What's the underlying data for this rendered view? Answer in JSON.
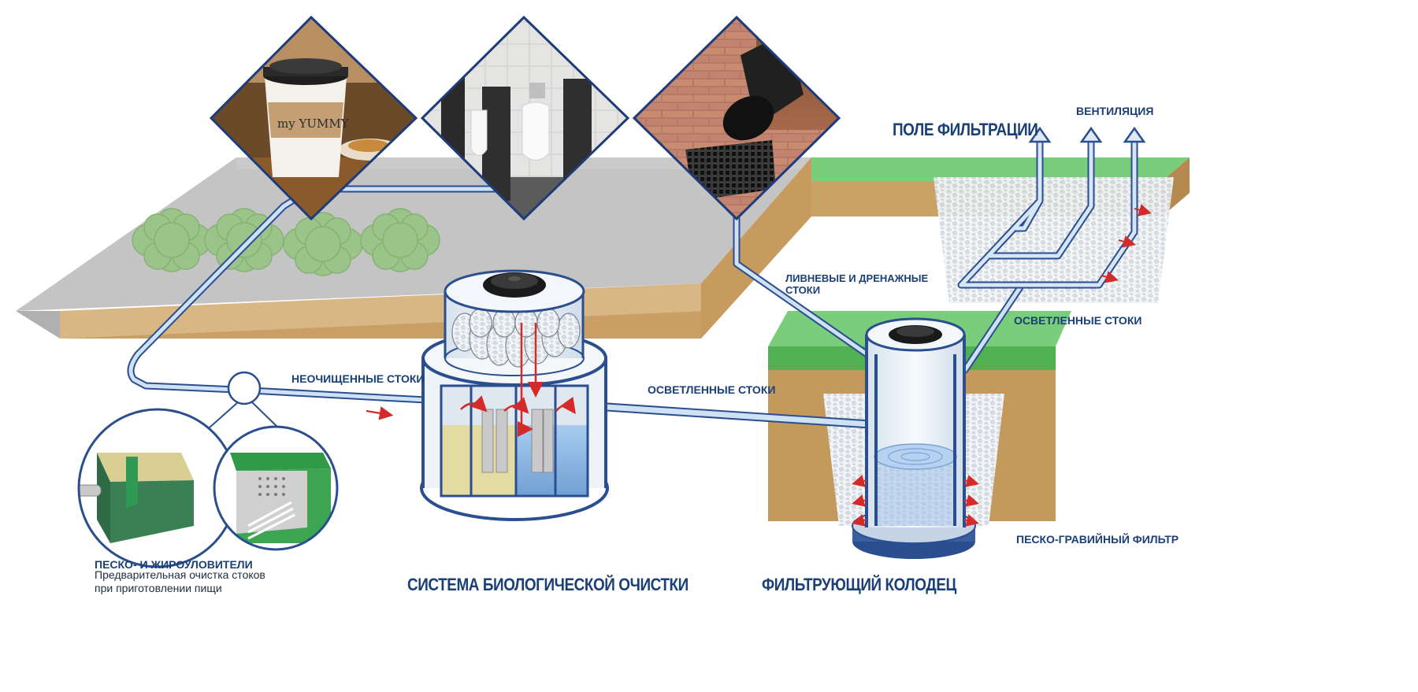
{
  "labels": {
    "pole_filtracii": "ПОЛЕ ФИЛЬТРАЦИИ",
    "ventilyaciya": "ВЕНТИЛЯЦИЯ",
    "livnevye": "ЛИВНЕВЫЕ И ДРЕНАЖНЫЕ\nСТОКИ",
    "osvetlennye_right": "ОСВЕТЛЕННЫЕ СТОКИ",
    "neochishchennye": "НЕОЧИЩЕННЫЕ СТОКИ",
    "osvetlennye_mid": "ОСВЕТЛЕННЫЕ СТОКИ",
    "pesko_gravijnyj": "ПЕСКО-ГРАВИЙНЫЙ ФИЛЬТР",
    "zhirouloviteli_title": "ПЕСКО- И ЖИРОУЛОВИТЕЛИ",
    "zhirouloviteli_desc": "Предварительная очистка стоков\nпри приготовлении пищи",
    "sistema": "СИСТЕМА БИОЛОГИЧЕСКОЙ ОЧИСТКИ",
    "kolodec": "ФИЛЬТРУЮЩИЙ КОЛОДЕЦ"
  },
  "photos": {
    "cafe_cup_brand": "my YUMMY"
  },
  "colors": {
    "label_blue": "#1b3f77",
    "pipe_blue": "#2b4e8f",
    "grass_green": "#5cc15c",
    "soil_tan": "#c9a266",
    "ground_gray": "#bdbdbd",
    "flow_arrow_red": "#d42a2a"
  }
}
